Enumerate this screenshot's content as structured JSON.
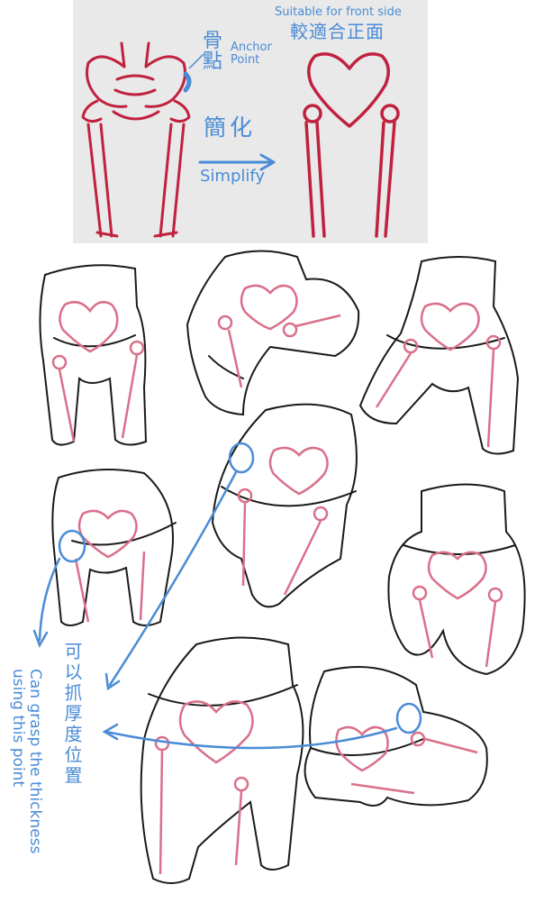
{
  "labels": {
    "suitable_en": "Suitable for front side",
    "suitable_cjk": "較適合正面",
    "anchor_cjk": "骨\n點",
    "anchor_en": "Anchor\nPoint",
    "simplify_cjk": "簡化",
    "simplify_en": "Simplify",
    "thickness_cjk": "可以抓厚度位置",
    "thickness_en": "Can grasp the thickness\nusing this point"
  },
  "colors": {
    "panel_bg": "#e9e9e9",
    "bone_red": "#c0213e",
    "pink_guide": "#d9708a",
    "annotation_blue": "#4a8cd6",
    "ink": "#1a1a1a"
  },
  "icons": [
    "pelvis-skeleton-illustration",
    "heart-pelvis-illustration",
    "arrow-icon",
    "hip-sketch-illustration"
  ]
}
